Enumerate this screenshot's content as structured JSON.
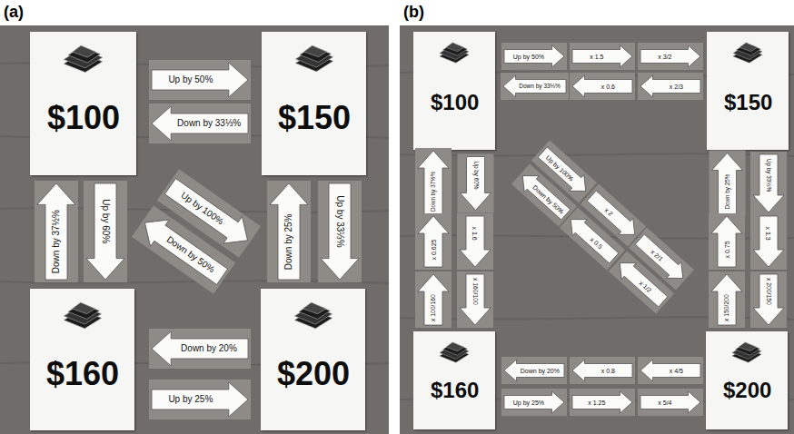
{
  "diagram": {
    "nodes": [
      {
        "text": [
          "$100"
        ]
      },
      {
        "text": [
          "Up by 50%"
        ]
      },
      {
        "text": [
          "Down by 33⅓%"
        ]
      },
      {
        "text": [
          "$150"
        ]
      },
      {
        "text": [
          "Down by 37½%"
        ]
      },
      {
        "text": [
          "Up by 60%"
        ]
      },
      {
        "text": [
          "Up by 100%"
        ]
      },
      {
        "text": [
          "Down by 50%"
        ]
      },
      {
        "text": [
          "Down by 25%"
        ]
      },
      {
        "text": [
          "Up by 33⅓%"
        ]
      },
      {
        "text": [
          "$160"
        ]
      },
      {
        "text": [
          "Down by 20%"
        ]
      },
      {
        "text": [
          "Up by 25%"
        ]
      },
      {
        "text": [
          "$200"
        ]
      },
      {
        "text": [
          "$100"
        ]
      },
      {
        "text": [
          "Up by 50%"
        ]
      },
      {
        "text": [
          "Down by 33⅓%"
        ]
      },
      {
        "text": [
          "x 1.5"
        ]
      },
      {
        "text": [
          "x 0.6"
        ]
      },
      {
        "text": [
          "x 3/2"
        ]
      },
      {
        "text": [
          "x 2/3"
        ]
      },
      {
        "text": [
          "$150"
        ]
      },
      {
        "text": [
          "Down by 37½%"
        ]
      },
      {
        "text": [
          "Up by 60%"
        ]
      },
      {
        "text": [
          "x 0.625"
        ]
      },
      {
        "text": [
          "x 1.6"
        ]
      },
      {
        "text": [
          "x 100/160"
        ]
      },
      {
        "text": [
          "x 160/100"
        ]
      },
      {
        "text": [
          "Up by 100%"
        ]
      },
      {
        "text": [
          "Down by 50%"
        ]
      },
      {
        "text": [
          "x 2"
        ]
      },
      {
        "text": [
          "x 0.5"
        ]
      },
      {
        "text": [
          "x 2/1"
        ]
      },
      {
        "text": [
          "x 1/2"
        ]
      },
      {
        "text": [
          "Down by 25%"
        ]
      },
      {
        "text": [
          "Up by 33⅓%"
        ]
      },
      {
        "text": [
          "x 0.75"
        ]
      },
      {
        "text": [
          "x 1.3"
        ]
      },
      {
        "text": [
          "x 150/200"
        ]
      },
      {
        "text": [
          "x 200/150"
        ]
      },
      {
        "text": [
          "$160"
        ]
      },
      {
        "text": [
          "Down by 20%"
        ]
      },
      {
        "text": [
          "Up by 25%"
        ]
      },
      {
        "text": [
          "x 0.8"
        ]
      },
      {
        "text": [
          "x 1.25"
        ]
      },
      {
        "text": [
          "x 4/5"
        ]
      },
      {
        "text": [
          "x 5/4"
        ]
      },
      {
        "text": [
          "$200"
        ]
      }
    ],
    "labels": [
      "(a)",
      "(b)"
    ]
  }
}
